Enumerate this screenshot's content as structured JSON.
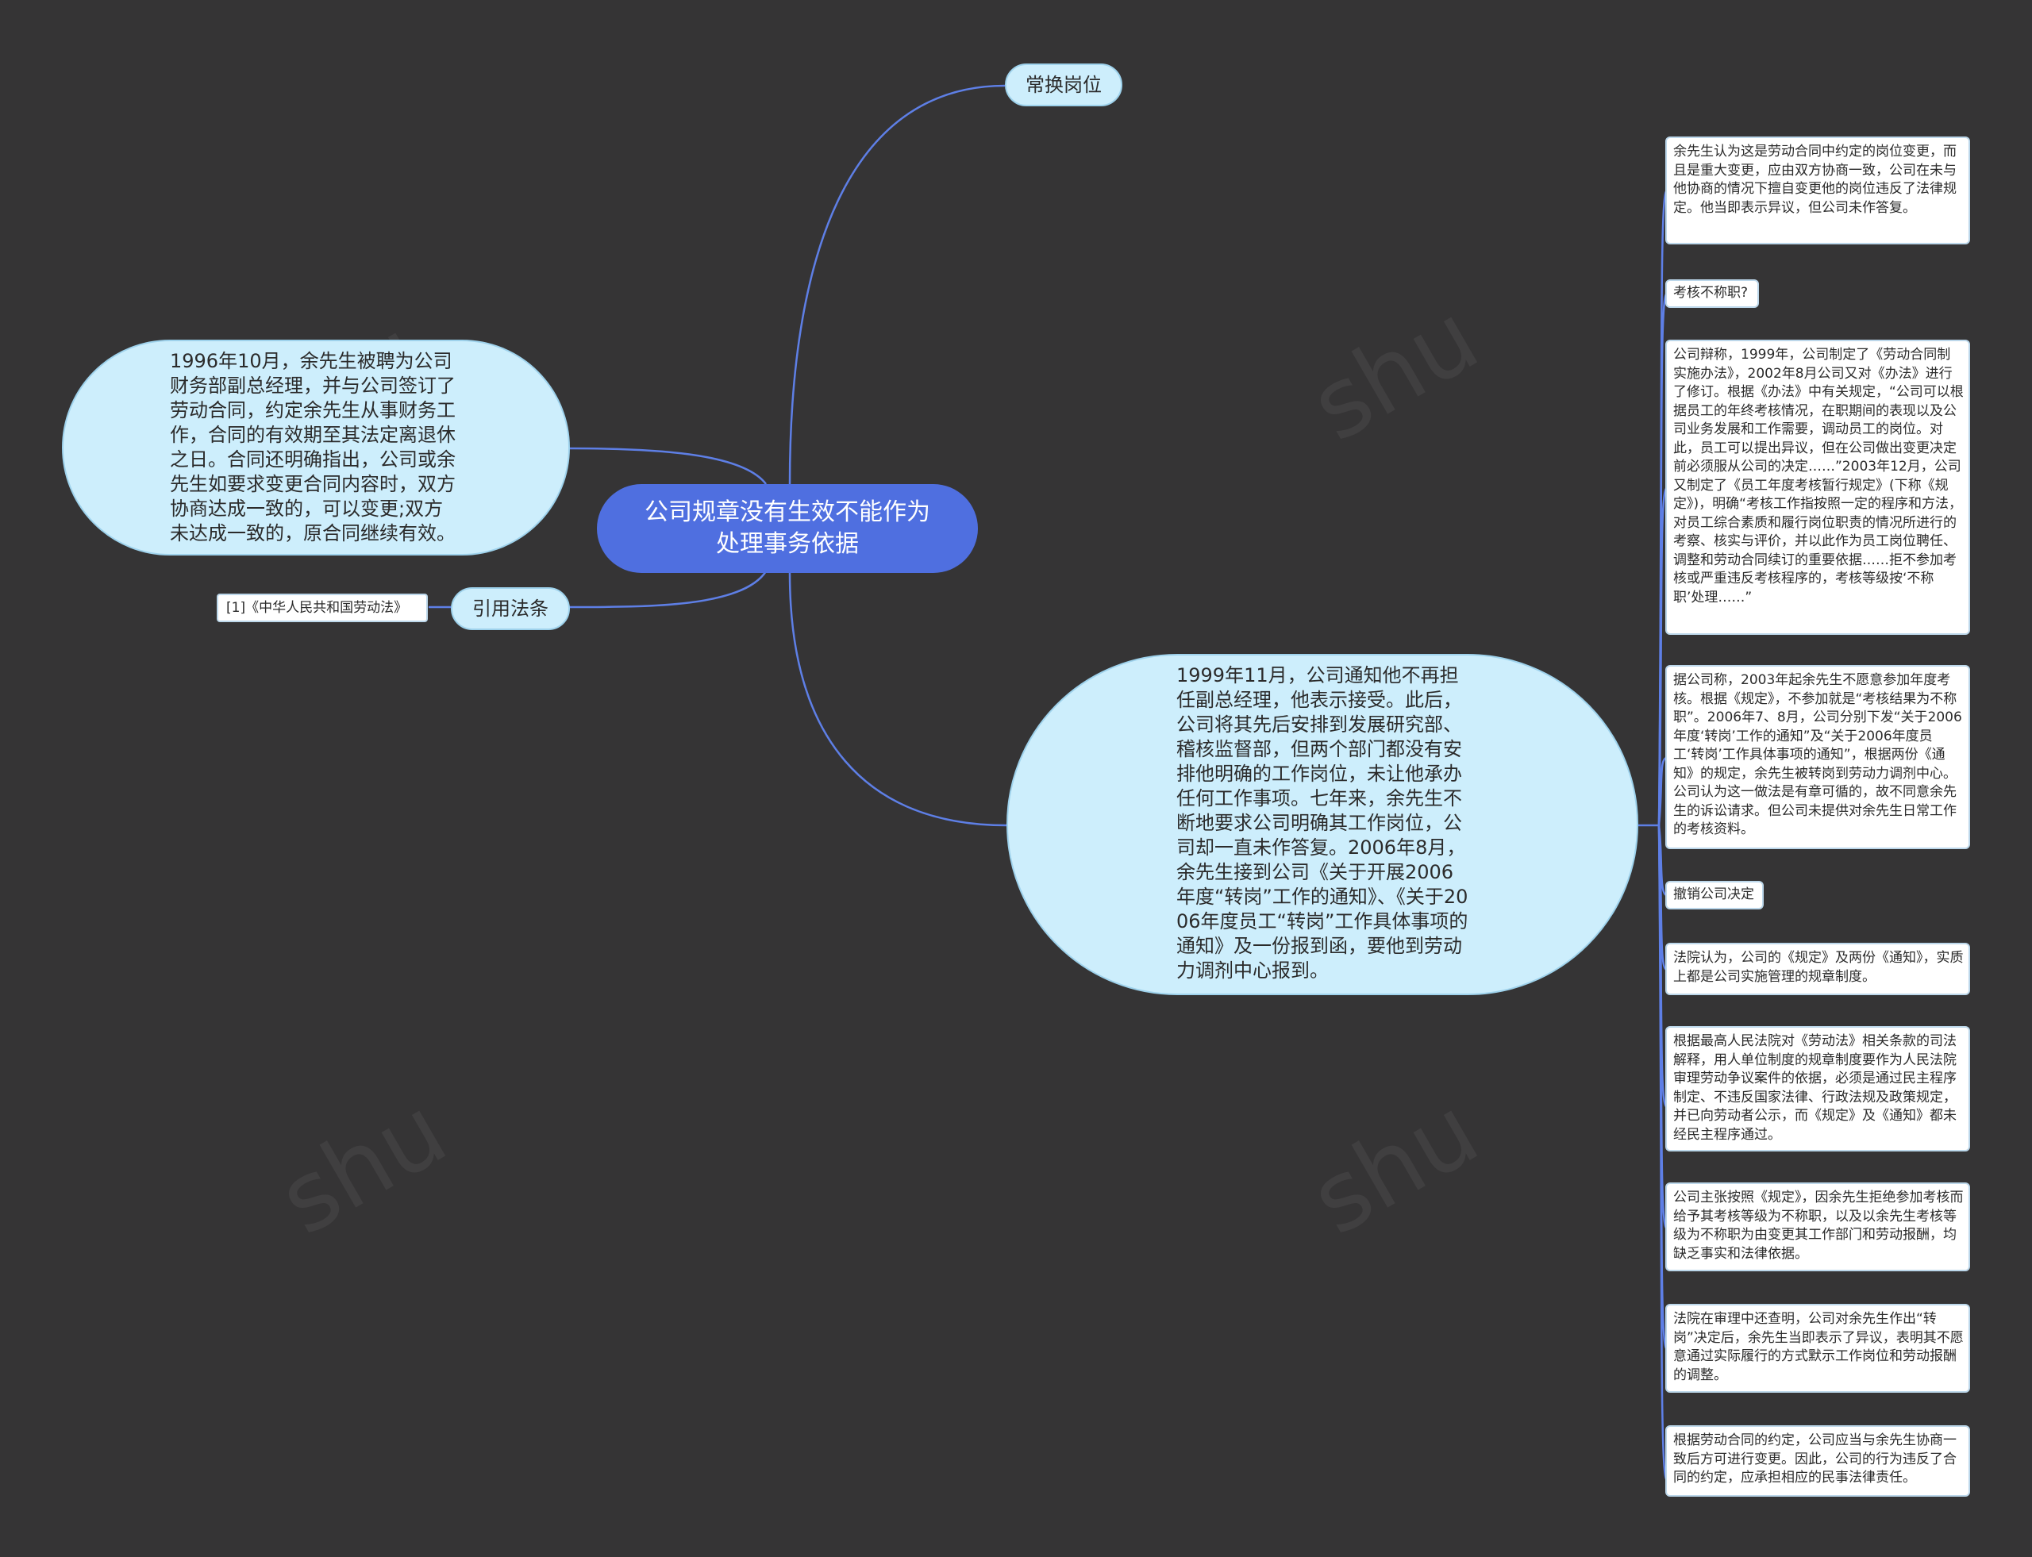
{
  "colors": {
    "background": "#353435",
    "root_fill": "#4f6fe0",
    "node_fill": "#cdeefc",
    "card_fill": "#ffffff",
    "line": "#5e7fe6"
  },
  "watermark": "shu",
  "mindmap": {
    "root": "公司规章没有生效不能作为处理事务依据",
    "branch_position": "常换岗位",
    "branch_contract": "1996年10月，余先生被聘为公司财务部副总经理，并与公司签订了劳动合同，约定余先生从事财务工作，合同的有效期至其法定离退休之日。合同还明确指出，公司或余先生如要求变更合同内容时，双方协商达成一致的，可以变更;双方未达成一致的，原合同继续有效。",
    "branch_law": "引用法条",
    "law_ref": "[1]《中华人民共和国劳动法》",
    "branch_story": "1999年11月，公司通知他不再担任副总经理，他表示接受。此后，公司将其先后安排到发展研究部、稽核监督部，但两个部门都没有安排他明确的工作岗位，未让他承办任何工作事项。七年来，余先生不断地要求公司明确其工作岗位，公司却一直未作答复。2006年8月，余先生接到公司《关于开展2006年度“转岗”工作的通知》、《关于2006年度员工“转岗”工作具体事项的通知》及一份报到函，要他到劳动力调剂中心报到。",
    "details": [
      "余先生认为这是劳动合同中约定的岗位变更，而且是重大变更，应由双方协商一致，公司在未与他协商的情况下擅自变更他的岗位违反了法律规定。他当即表示异议，但公司未作答复。",
      "考核不称职?",
      "公司辩称，1999年，公司制定了《劳动合同制实施办法》，2002年8月公司又对《办法》进行了修订。根据《办法》中有关规定，“公司可以根据员工的年终考核情况，在职期间的表现以及公司业务发展和工作需要，调动员工的岗位。对此，员工可以提出异议，但在公司做出变更决定前必须服从公司的决定……”2003年12月，公司又制定了《员工年度考核暂行规定》(下称《规定》)，明确“考核工作指按照一定的程序和方法，对员工综合素质和履行岗位职责的情况所进行的考察、核实与评价，并以此作为员工岗位聘任、调整和劳动合同续订的重要依据……拒不参加考核或严重违反考核程序的，考核等级按‘不称职’处理……”",
      "据公司称，2003年起余先生不愿意参加年度考核。根据《规定》，不参加就是“考核结果为不称职”。2006年7、8月，公司分别下发“关于2006年度‘转岗’工作的通知”及“关于2006年度员工‘转岗’工作具体事项的通知”，根据两份《通知》的规定，余先生被转岗到劳动力调剂中心。公司认为这一做法是有章可循的，故不同意余先生的诉讼请求。但公司未提供对余先生日常工作的考核资料。",
      "撤销公司决定",
      "法院认为，公司的《规定》及两份《通知》，实质上都是公司实施管理的规章制度。",
      "根据最高人民法院对《劳动法》相关条款的司法解释，用人单位制度的规章制度要作为人民法院审理劳动争议案件的依据，必须是通过民主程序制定、不违反国家法律、行政法规及政策规定，并已向劳动者公示，而《规定》及《通知》都未经民主程序通过。",
      "公司主张按照《规定》，因余先生拒绝参加考核而给予其考核等级为不称职，以及以余先生考核等级为不称职为由变更其工作部门和劳动报酬，均缺乏事实和法律依据。",
      "法院在审理中还查明，公司对余先生作出“转岗”决定后，余先生当即表示了异议，表明其不愿意通过实际履行的方式默示工作岗位和劳动报酬的调整。",
      "根据劳动合同的约定，公司应当与余先生协商一致后方可进行变更。因此，公司的行为违反了合同的约定，应承担相应的民事法律责任。"
    ]
  }
}
